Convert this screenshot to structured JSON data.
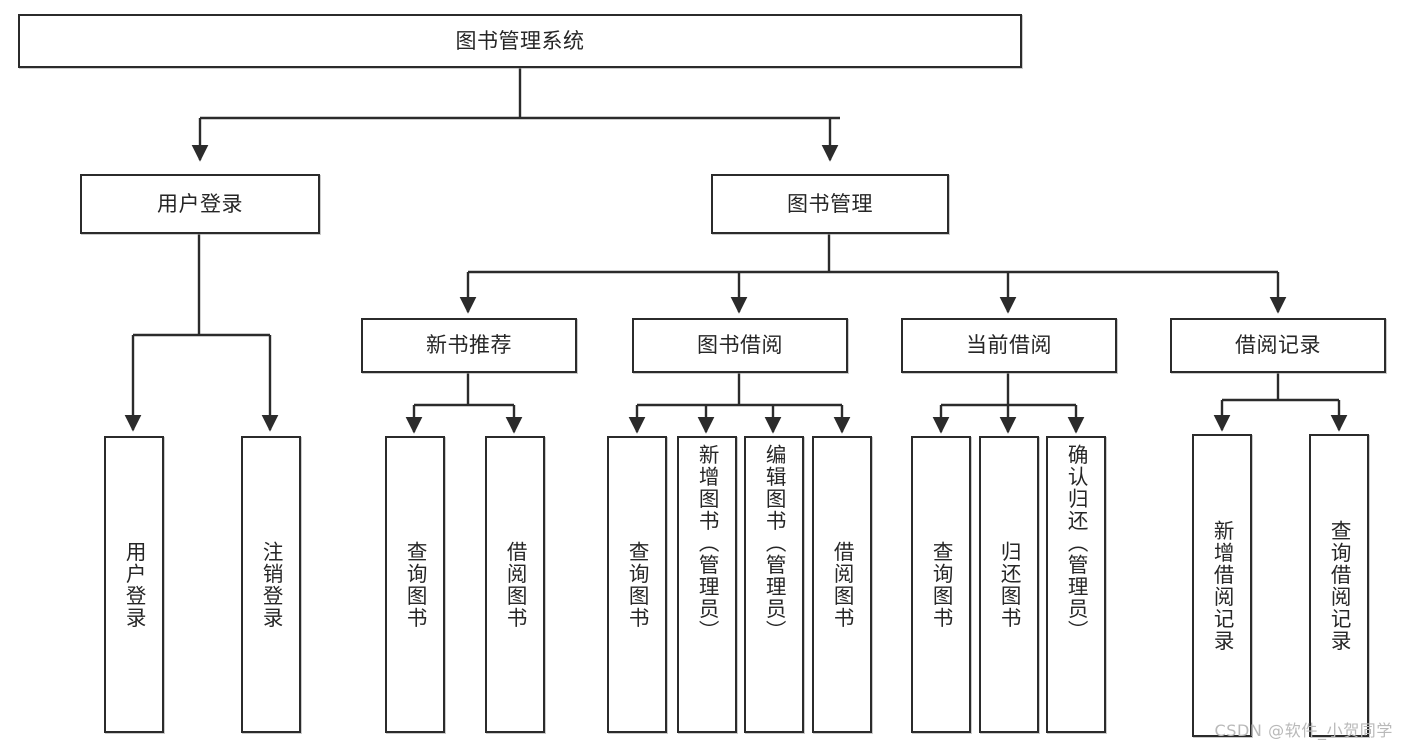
{
  "diagram": {
    "type": "tree-hierarchy",
    "title": "图书管理系统",
    "watermark": "CSDN @软件_小贺同学",
    "colors": {
      "border": "#2b2b2b",
      "background": "#ffffff",
      "text": "#262626",
      "connector": "#2b2b2b",
      "watermark": "#b9b9b9"
    },
    "root": {
      "label": "图书管理系统"
    },
    "level2": [
      {
        "label": "用户登录"
      },
      {
        "label": "图书管理"
      }
    ],
    "level3": [
      {
        "label": "新书推荐"
      },
      {
        "label": "图书借阅"
      },
      {
        "label": "当前借阅"
      },
      {
        "label": "借阅记录"
      }
    ],
    "leaves": {
      "user_login": [
        {
          "label": "用户登录"
        },
        {
          "label": "注销登录"
        }
      ],
      "new_book": [
        {
          "label": "查询图书"
        },
        {
          "label": "借阅图书"
        }
      ],
      "book_borrow": [
        {
          "label": "查询图书"
        },
        {
          "label": "新增图书（管理员）"
        },
        {
          "label": "编辑图书（管理员）"
        },
        {
          "label": "借阅图书"
        }
      ],
      "current_borrow": [
        {
          "label": "查询图书"
        },
        {
          "label": "归还图书"
        },
        {
          "label": "确认归还（管理员）"
        }
      ],
      "borrow_record": [
        {
          "label": "新增借阅记录"
        },
        {
          "label": "查询借阅记录"
        }
      ]
    }
  }
}
